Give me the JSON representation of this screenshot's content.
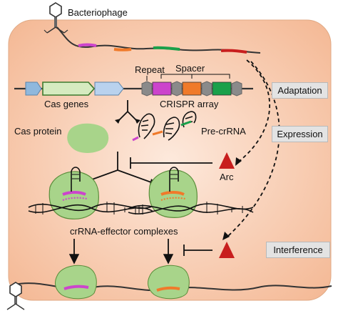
{
  "labels": {
    "bacteriophage": "Bacteriophage",
    "repeat": "Repeat",
    "spacer": "Spacer",
    "cas_genes": "Cas genes",
    "crispr_array": "CRISPR array",
    "cas_protein": "Cas protein",
    "pre_crrna": "Pre-crRNA",
    "arc": "Arc",
    "complexes": "crRNA-effector complexes"
  },
  "stages": {
    "adaptation": "Adaptation",
    "expression": "Expression",
    "interference": "Interference"
  },
  "colors": {
    "cell_fill": "#f7c8a8",
    "cas_gene_blue": "#8fb8dd",
    "cas_gene_green": "#d6ebc0",
    "protein_green": "#a8d48a",
    "spacer_magenta": "#cc44cc",
    "spacer_orange": "#f07a2a",
    "spacer_green": "#1aa04a",
    "phage_red": "#c81e1e",
    "repeat_gray": "#8a8a8a",
    "stage_box": "#e3e3e3"
  },
  "icons": [
    "bacteriophage-icon",
    "arc-inhibitor-icon",
    "cas-protein-icon"
  ]
}
